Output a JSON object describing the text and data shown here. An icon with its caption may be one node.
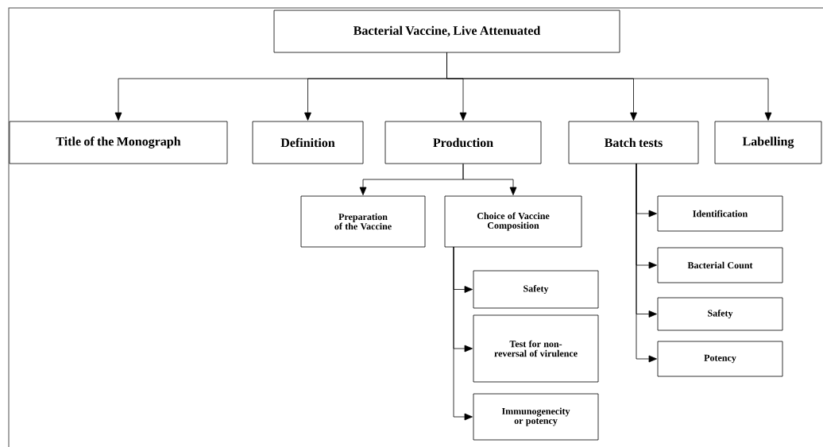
{
  "diagram": {
    "nodes": [
      {
        "text": [
          "Bacterial Vaccine, Live Attenuated"
        ]
      },
      {
        "text": [
          "Title of the Monograph"
        ]
      },
      {
        "text": [
          "Definition"
        ]
      },
      {
        "text": [
          "Production"
        ]
      },
      {
        "text": [
          "Batch tests"
        ]
      },
      {
        "text": [
          "Labelling"
        ]
      },
      {
        "text": [
          "Preparation of the Vaccine"
        ]
      },
      {
        "text": [
          "Choice of Vaccine Composition"
        ]
      },
      {
        "text": [
          "Safety"
        ]
      },
      {
        "text": [
          "Test for non-reversal of virulence"
        ]
      },
      {
        "text": [
          "Immunogenecity or potency"
        ]
      },
      {
        "text": [
          "Identification"
        ]
      },
      {
        "text": [
          "Bacterial Count"
        ]
      },
      {
        "text": [
          "Safety"
        ]
      },
      {
        "text": [
          "Potency"
        ]
      }
    ],
    "edges": [
      {
        "from": 0,
        "to": 1,
        "arrow": "to"
      },
      {
        "from": 0,
        "to": 2,
        "arrow": "to"
      },
      {
        "from": 0,
        "to": 3,
        "arrow": "to"
      },
      {
        "from": 0,
        "to": 4,
        "arrow": "to"
      },
      {
        "from": 0,
        "to": 5,
        "arrow": "to"
      },
      {
        "from": 3,
        "to": 6,
        "arrow": "to"
      },
      {
        "from": 3,
        "to": 7,
        "arrow": "to"
      },
      {
        "from": 7,
        "to": 8,
        "arrow": "to"
      },
      {
        "from": 7,
        "to": 9,
        "arrow": "to"
      },
      {
        "from": 7,
        "to": 10,
        "arrow": "to"
      },
      {
        "from": 4,
        "to": 11,
        "arrow": "to"
      },
      {
        "from": 4,
        "to": 12,
        "arrow": "to"
      },
      {
        "from": 4,
        "to": 13,
        "arrow": "to"
      },
      {
        "from": 4,
        "to": 14,
        "arrow": "to"
      }
    ]
  }
}
